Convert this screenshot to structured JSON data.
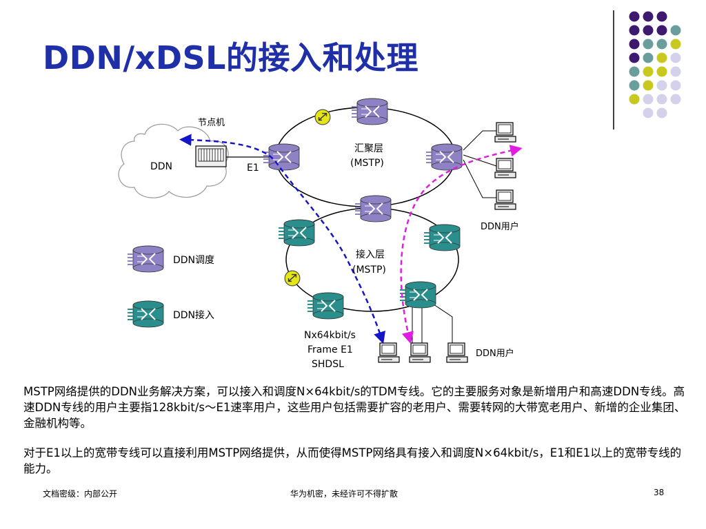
{
  "title": "DDN/xDSL的接入和处理",
  "colors": {
    "title": "#1f2fa8",
    "purple_dot": "#3d1a6e",
    "teal_dot": "#6a9e9c",
    "yellow_dot": "#c8c81e",
    "lavender_dot": "#d3d2ea",
    "ddn_scheduling_device": "#8e82c4",
    "ddn_access_device": "#2a8f8c",
    "blue_path": "#1515c8",
    "magenta_path": "#e01de0"
  },
  "diagram": {
    "cloud_label": "DDN",
    "node_label": "节点机",
    "e1_label": "E1",
    "aggregation_layer": "汇聚层",
    "aggregation_protocol": "(MSTP)",
    "access_layer": "接入层",
    "access_protocol": "(MSTP)",
    "ddn_user_top": "DDN用户",
    "ddn_user_bottom": "DDN用户",
    "link_types": [
      "Nx64kbit/s",
      "Frame E1",
      "SHDSL"
    ],
    "legend_scheduling": "DDN调度",
    "legend_access": "DDN接入"
  },
  "paragraphs": [
    "MSTP网络提供的DDN业务解决方案，可以接入和调度N×64kbit/s的TDM专线。它的主要服务对象是新增用户和高速DDN专线。高速DDN专线的用户主要指128kbit/s～E1速率用户，这些用户包括需要扩容的老用户、需要转网的大带宽老用户、新增的企业集团、金融机构等。",
    "对于E1以上的宽带专线可以直接利用MSTP网络提供，从而使得MSTP网络具有接入和调度N×64kbit/s，E1和E1以上的宽带专线的能力。"
  ],
  "footer": {
    "left": "文档密级：内部公开",
    "center": "华为机密，未经许可不得扩散",
    "page": "38"
  }
}
